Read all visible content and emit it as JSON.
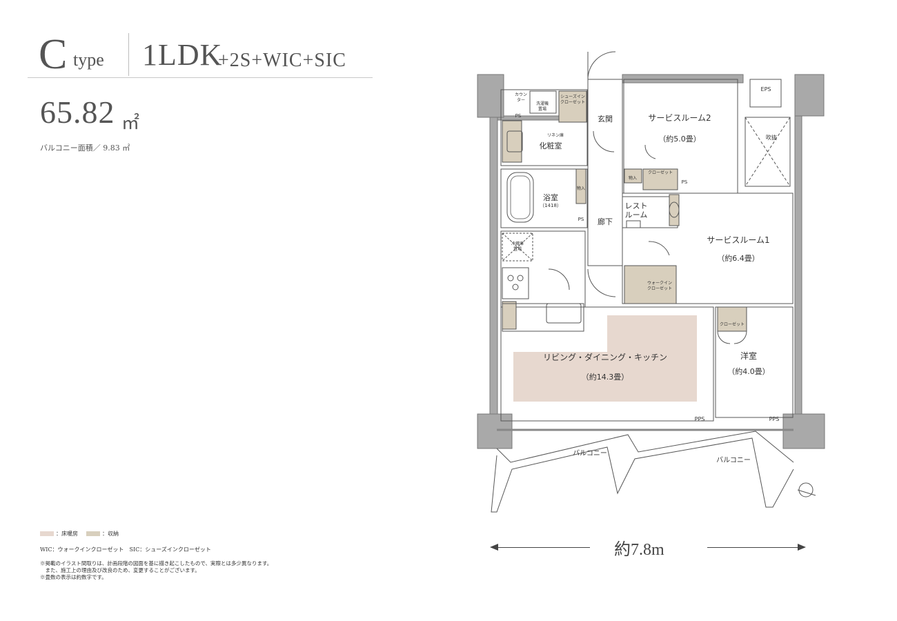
{
  "header": {
    "type_letter": "C",
    "type_word": "type",
    "plan_main": "1LDK",
    "plan_sub": "+2S+WIC+SIC",
    "area_value": "65.82",
    "area_unit": "㎡",
    "balcony_area": "バルコニー面積／ 9.83 ㎡"
  },
  "legend": {
    "floor_heating": "：床暖房",
    "storage": "：収納",
    "floor_heating_color": "#e7d8cf",
    "storage_color": "#d8cfbd"
  },
  "abbreviations": "WIC：ウォークインクローゼット　SIC：シューズインクローゼット",
  "notes": [
    "※掲載のイラスト間取りは、計画段階の図面を基に描き起こしたもので、実際とは多少異なります。",
    "　また、施工上の理由及び改良のため、変更することがございます。",
    "※畳数の表示は約数字です。"
  ],
  "dimension": "約7.8m",
  "colors": {
    "wall": "#a9a9a9",
    "ldk_floor": "#e7d8cf",
    "storage": "#d8cfbd",
    "tile": "#cfcfcf"
  },
  "rooms": {
    "service2": {
      "name": "サービスルーム2",
      "size": "（約5.0畳）"
    },
    "service1": {
      "name": "サービスルーム1",
      "size": "（約6.4畳）"
    },
    "ldk": {
      "name": "リビング・ダイニング・キッチン",
      "size": "（約14.3畳）"
    },
    "western": {
      "name": "洋室",
      "size": "（約4.0畳）"
    },
    "bath": {
      "name": "浴室",
      "size": "（1418）"
    },
    "powder": "化粧室",
    "entrance": "玄関",
    "hall": "廊下",
    "toilet_line1": "レスト",
    "toilet_line2": "ルーム",
    "balcony_left": "バルコニー",
    "balcony_right": "バルコニー",
    "void": "吹抜",
    "eps": "EPS",
    "pps_left": "PPS",
    "pps_right": "PPS",
    "ps": "PS",
    "storage_in": "物入",
    "closet": "クローゼット",
    "counter_line1": "カウン",
    "counter_line2": "ター",
    "washer_line1": "洗濯機",
    "washer_line2": "置場",
    "sic_line1": "シューズイン",
    "sic_line2": "クローゼット",
    "wic_line1": "ウォークイン",
    "wic_line2": "クローゼット",
    "linen": "リネン庫",
    "fridge_line1": "冷蔵庫",
    "fridge_line2": "置場"
  }
}
